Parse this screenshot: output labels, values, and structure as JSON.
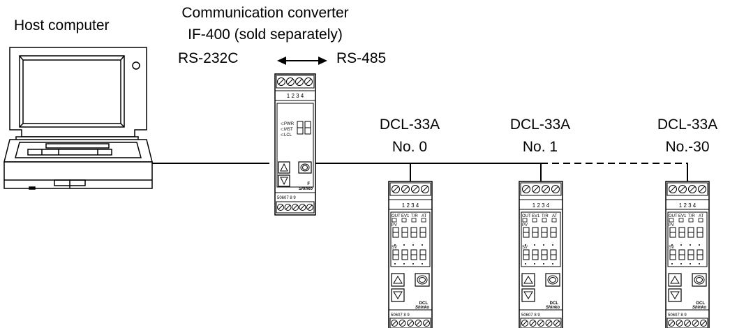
{
  "host": {
    "label": "Host computer"
  },
  "converter": {
    "title": "Communication converter",
    "model": "IF-400 (sold separately)",
    "left_protocol": "RS-232C",
    "right_protocol": "RS-485",
    "terminal_top": "1 2 3 4",
    "terminal_bottom": "50607 8 9",
    "leds": [
      "PWR",
      "MST",
      "LCL"
    ],
    "display": "88",
    "logo_mark": "F",
    "brand": "Shinko"
  },
  "controllers": [
    {
      "model": "DCL-33A",
      "number": "No. 0"
    },
    {
      "model": "DCL-33A",
      "number": "No. 1"
    },
    {
      "model": "DCL-33A",
      "number": "No.-30"
    }
  ],
  "controller_panel": {
    "terminal_top": "1 2 3 4",
    "terminal_bottom": "50607 8 9",
    "indicators": [
      "OUT",
      "EV1",
      "T/R",
      "AT"
    ],
    "pv_label": "PV",
    "sv_label": "SV",
    "digits": "8888",
    "logo": "DCL",
    "brand": "Shinko"
  },
  "arrow_icon": "double-arrow-icon"
}
